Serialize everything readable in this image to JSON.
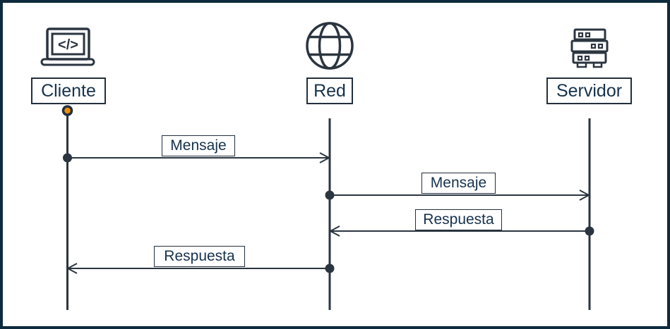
{
  "diagram_type": "sequence-diagram",
  "colors": {
    "frame_border": "#0d2b3d",
    "line": "#2b3540",
    "text": "#16324c",
    "box_border": "#232f3e",
    "start_dot_orange": "#ed8f03",
    "background": "#ffffff"
  },
  "actors": [
    {
      "label": "Cliente",
      "icon": "laptop-code-icon"
    },
    {
      "label": "Red",
      "icon": "globe-icon"
    },
    {
      "label": "Servidor",
      "icon": "server-icon"
    }
  ],
  "icons": {
    "laptop_glyph": "</>"
  },
  "messages": [
    {
      "label": "Mensaje",
      "from": "Cliente",
      "to": "Red",
      "direction": "right"
    },
    {
      "label": "Mensaje",
      "from": "Red",
      "to": "Servidor",
      "direction": "right"
    },
    {
      "label": "Respuesta",
      "from": "Servidor",
      "to": "Red",
      "direction": "left"
    },
    {
      "label": "Respuesta",
      "from": "Red",
      "to": "Cliente",
      "direction": "left"
    }
  ]
}
